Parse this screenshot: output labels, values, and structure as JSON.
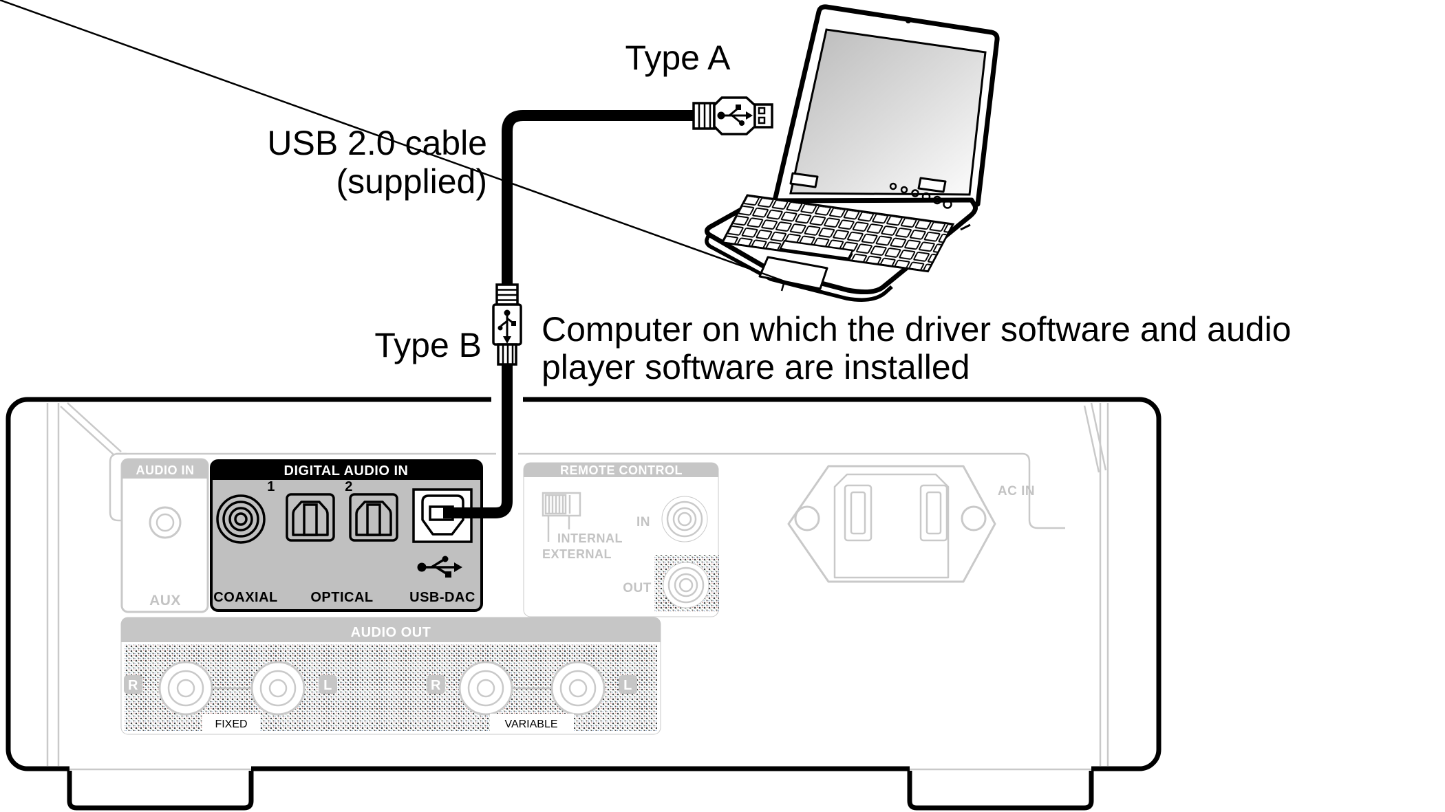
{
  "callouts": {
    "type_a": "Type A",
    "usb_cable_line1": "USB 2.0 cable",
    "usb_cable_line2": "(supplied)",
    "type_b": "Type B",
    "computer_line1": "Computer on which the driver software and audio",
    "computer_line2": "player software are installed"
  },
  "rear_panel": {
    "audio_in": {
      "header": "AUDIO IN",
      "jack_label": "AUX"
    },
    "digital_audio_in": {
      "header": "DIGITAL AUDIO IN",
      "optical_1": "1",
      "optical_2": "2",
      "coaxial_label": "COAXIAL",
      "optical_label": "OPTICAL",
      "usb_dac_label": "USB-DAC"
    },
    "remote_control": {
      "header": "REMOTE CONTROL",
      "internal_label": "INTERNAL",
      "external_label": "EXTERNAL",
      "in_label": "IN",
      "out_label": "OUT"
    },
    "ac_in_label": "AC IN",
    "audio_out": {
      "header": "AUDIO OUT",
      "right_label": "R",
      "left_label": "L",
      "fixed_label": "FIXED",
      "variable_label": "VARIABLE"
    }
  },
  "colors": {
    "line_black": "#000000",
    "chassis_gray": "#c9c9c9",
    "label_gray": "#c3c3c3",
    "panel_gray": "#c0c0c0",
    "header_gray": "#c6c6c6",
    "screen_gray": "#c2c2c2"
  }
}
